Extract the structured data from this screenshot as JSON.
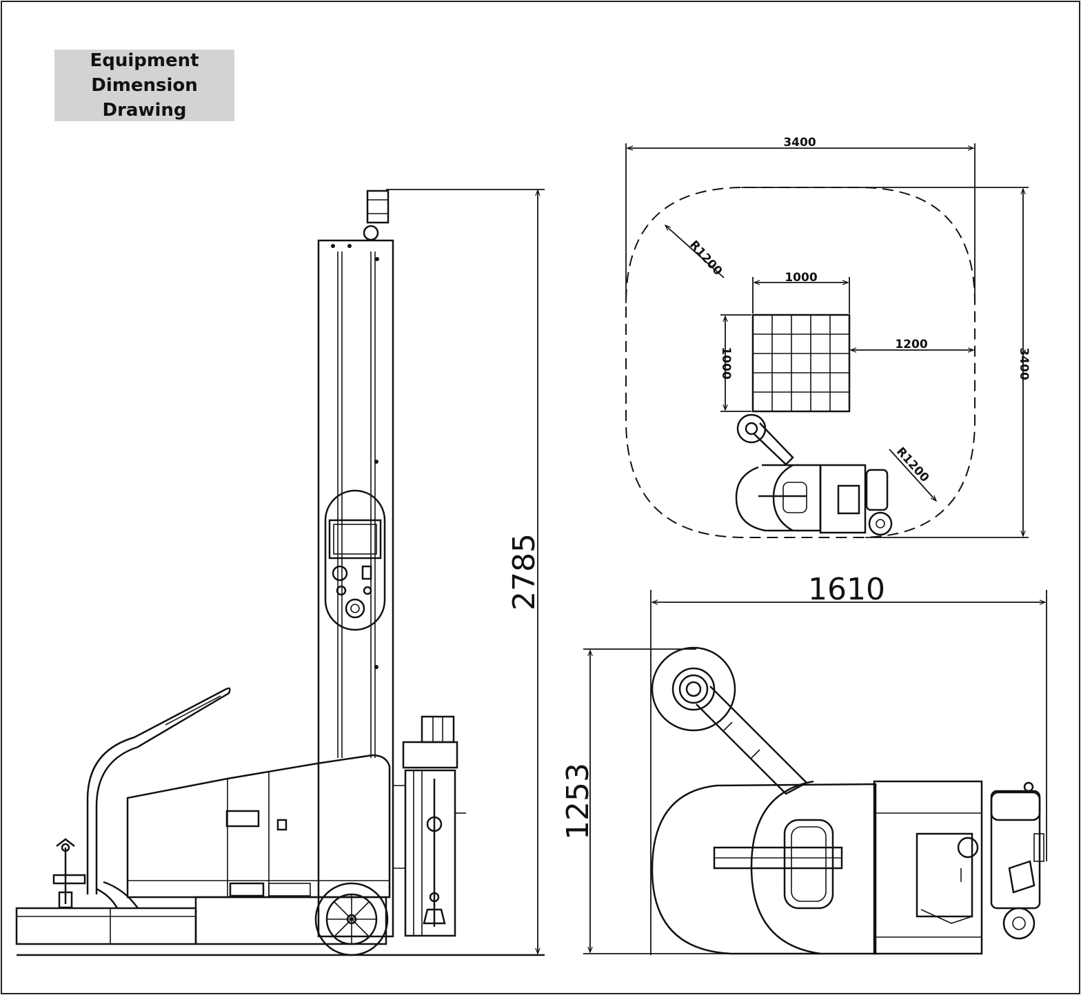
{
  "title": {
    "lines": [
      "Equipment",
      "Dimension",
      "Drawing"
    ]
  },
  "dimensions": {
    "side_height": "2785",
    "top_width": "3400",
    "top_depth": "3400",
    "wrap_radius_1": "R1200",
    "wrap_radius_2": "R1200",
    "pallet_width": "1000",
    "pallet_depth": "1000",
    "clearance": "1200",
    "machine_length": "1610",
    "machine_width": "1253"
  }
}
